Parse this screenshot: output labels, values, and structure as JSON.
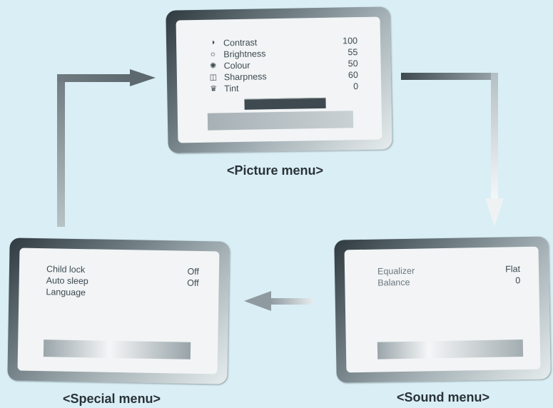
{
  "picture_menu": {
    "caption": "<Picture menu>",
    "items": [
      {
        "icon": "contrast-icon",
        "glyph": "◑",
        "label": "Contrast",
        "value": "100"
      },
      {
        "icon": "brightness-icon",
        "glyph": "☼",
        "label": "Brightness",
        "value": "55"
      },
      {
        "icon": "colour-icon",
        "glyph": "✺",
        "label": "Colour",
        "value": "50"
      },
      {
        "icon": "sharpness-icon",
        "glyph": "◫",
        "label": "Sharpness",
        "value": "60"
      },
      {
        "icon": "tint-icon",
        "glyph": "♛",
        "label": "Tint",
        "value": "0"
      }
    ]
  },
  "sound_menu": {
    "caption": "<Sound menu>",
    "items": [
      {
        "label": "Equalizer",
        "value": "Flat"
      },
      {
        "label": "Balance",
        "value": "0"
      }
    ]
  },
  "special_menu": {
    "caption": "<Special menu>",
    "items": [
      {
        "label": "Child lock",
        "value": "Off"
      },
      {
        "label": "Auto sleep",
        "value": "Off"
      },
      {
        "label": "Language",
        "value": ""
      }
    ]
  }
}
